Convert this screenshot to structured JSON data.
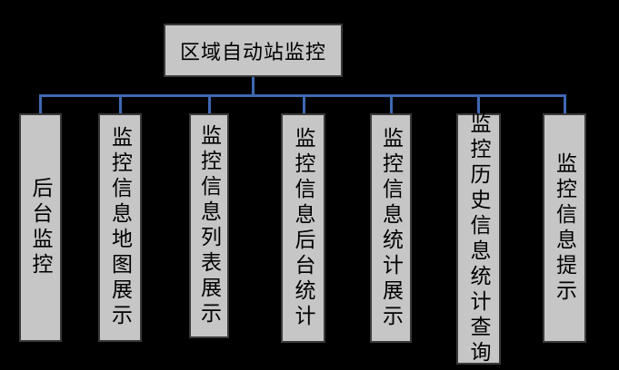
{
  "diagram": {
    "type": "tree",
    "root": {
      "label": "区域自动站监控"
    },
    "children": [
      {
        "label": "后台监控"
      },
      {
        "label": "监控信息地图展示"
      },
      {
        "label": "监控信息列表展示"
      },
      {
        "label": "监控信息后台统计"
      },
      {
        "label": "监控信息统计展示"
      },
      {
        "label": "监控历史信息统计查询"
      },
      {
        "label": "监控信息提示"
      }
    ]
  },
  "colors": {
    "background": "#000000",
    "node_fill": "#c6c6c6",
    "node_border": "#3a3a3a",
    "connector": "#3e68b2",
    "text": "#000000"
  }
}
